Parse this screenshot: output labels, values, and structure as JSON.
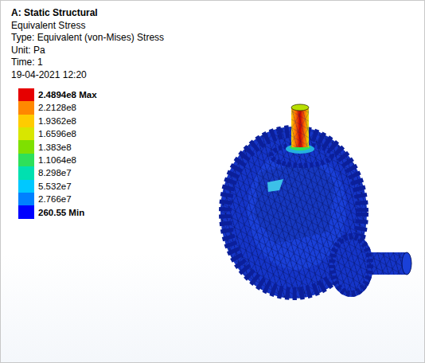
{
  "diagram": {
    "title": "A: Static Structural",
    "labels": [
      "Equivalent Stress",
      "Type: Equivalent (von-Mises) Stress",
      "Unit: Pa",
      "Time: 1",
      "19-04-2021 12:20"
    ],
    "legend": [
      {
        "text": "2.4894e8 Max",
        "color": "#e60000"
      },
      {
        "text": "2.2128e8",
        "color": "#ff8800"
      },
      {
        "text": "1.9362e8",
        "color": "#ffcc00"
      },
      {
        "text": "1.6596e8",
        "color": "#d8e600"
      },
      {
        "text": "1.383e8",
        "color": "#7fe000"
      },
      {
        "text": "1.1064e8",
        "color": "#2ee05a"
      },
      {
        "text": "8.298e7",
        "color": "#00e0b0"
      },
      {
        "text": "5.532e7",
        "color": "#00c8ff"
      },
      {
        "text": "2.766e7",
        "color": "#0080ff"
      },
      {
        "text": "260.55 Min",
        "color": "#0000ff"
      }
    ]
  }
}
